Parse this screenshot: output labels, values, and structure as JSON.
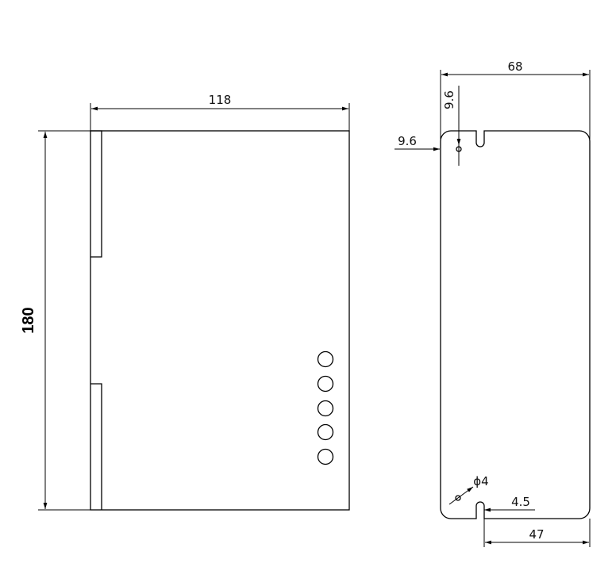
{
  "front_view": {
    "width_label": "118",
    "height_label": "180",
    "indicator_count": 5
  },
  "side_view": {
    "width_label": "68",
    "top_slot_offset_label": "9.6",
    "left_slot_offset_label": "9.6",
    "hole_diameter_label": "ϕ4",
    "slot_width_label": "4.5",
    "bottom_offset_label": "47"
  }
}
